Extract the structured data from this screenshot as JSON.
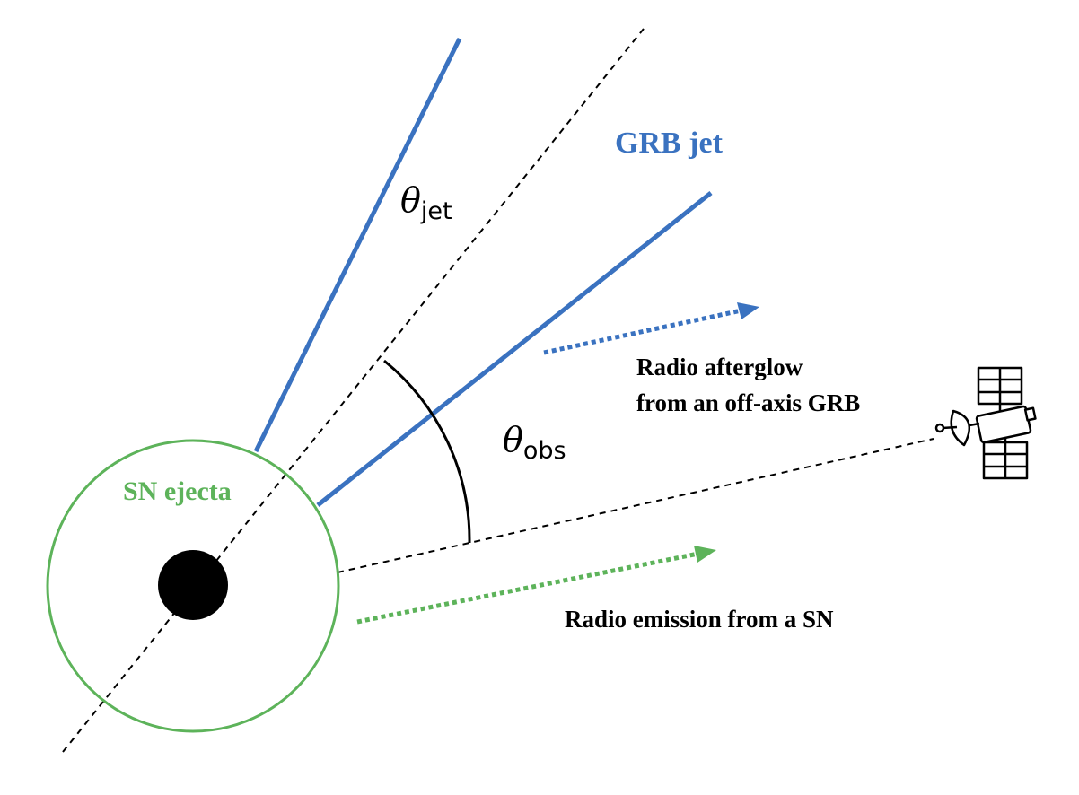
{
  "labels": {
    "grb_jet": "GRB jet",
    "sn_ejecta": "SN ejecta",
    "theta_jet_symbol": "θ",
    "theta_jet_subscript": "jet",
    "theta_obs_symbol": "θ",
    "theta_obs_subscript": "obs",
    "radio_afterglow_line1": "Radio afterglow",
    "radio_afterglow_line2": "from an off-axis GRB",
    "radio_sn": "Radio emission from a SN"
  },
  "colors": {
    "jet": "#3a72c0",
    "ejecta": "#5db35a",
    "axis": "#000000",
    "core": "#000000",
    "text": "#000000"
  },
  "icons": {
    "observer": "satellite-icon"
  }
}
